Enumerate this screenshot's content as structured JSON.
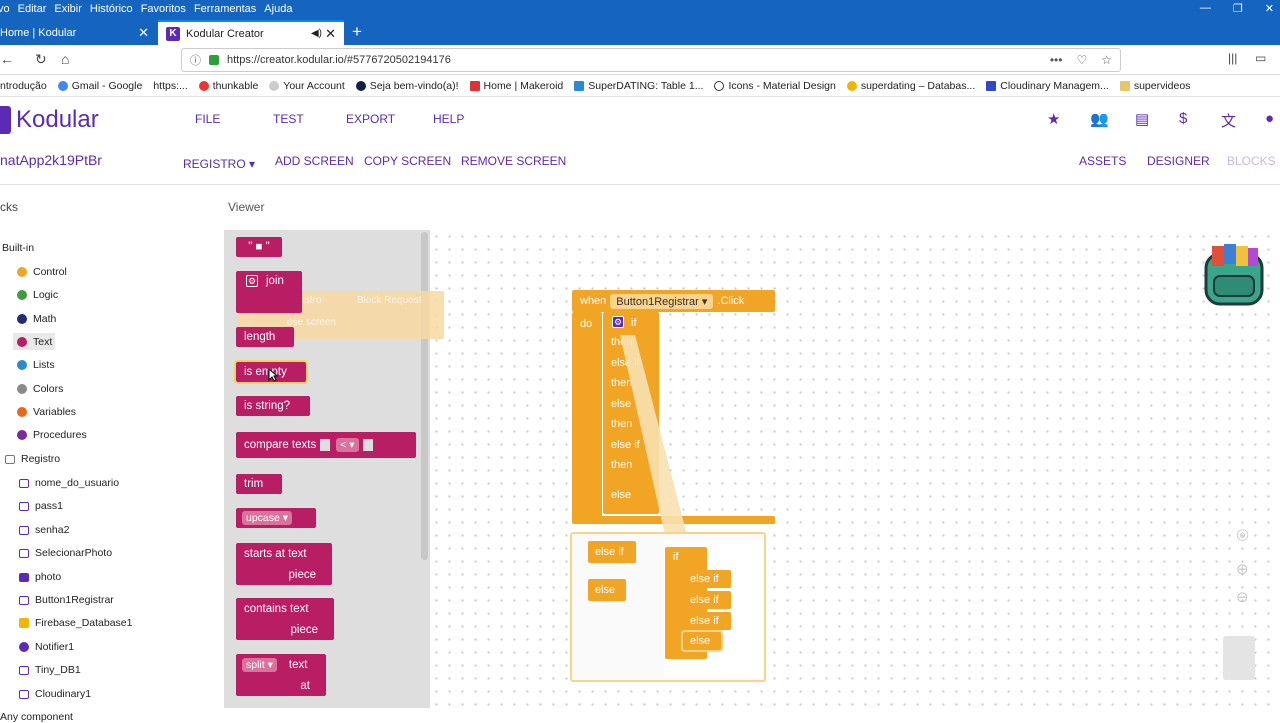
{
  "browser": {
    "menu": [
      "vo",
      "Editar",
      "Exibir",
      "Histórico",
      "Favoritos",
      "Ferramentas",
      "Ajuda"
    ],
    "window_controls": [
      "—",
      "❐",
      "✕"
    ],
    "tabs": [
      {
        "title": "Home | Kodular"
      },
      {
        "title": "Kodular Creator"
      }
    ],
    "url": "https://creator.kodular.io/#5776720502194176",
    "bookmarks": [
      "ntrodução",
      "Gmail - Google",
      "https:...",
      "thunkable",
      "Your Account",
      "Seja bem-vindo(a)!",
      "Home | Makeroid",
      "SuperDATING: Table 1...",
      "Icons - Material Design",
      "superdating – Databas...",
      "Cloudinary Managem...",
      "supervideos"
    ]
  },
  "app": {
    "logo": "Kodular",
    "menu": [
      "FILE",
      "TEST",
      "EXPORT",
      "HELP"
    ],
    "project": "natApp2k19PtBr",
    "screen_dropdown": "REGISTRO ▾",
    "screen_buttons": [
      "ADD SCREEN",
      "COPY SCREEN",
      "REMOVE SCREEN"
    ],
    "view_buttons": [
      "ASSETS",
      "DESIGNER",
      "BLOCKS"
    ]
  },
  "blocks_panel": {
    "title": "cks",
    "builtin_label": "Built-in",
    "builtin": [
      {
        "label": "Control",
        "color": "#f2a524"
      },
      {
        "label": "Logic",
        "color": "#3f9c3f"
      },
      {
        "label": "Math",
        "color": "#1e2c7a"
      },
      {
        "label": "Text",
        "color": "#b91d63"
      },
      {
        "label": "Lists",
        "color": "#2a8bd0"
      },
      {
        "label": "Colors",
        "color": "#8a8a8a"
      },
      {
        "label": "Variables",
        "color": "#e8671c"
      },
      {
        "label": "Procedures",
        "color": "#7a2a9c"
      }
    ],
    "screen_label": "Registro",
    "components": [
      "nome_do_usuario",
      "pass1",
      "senha2",
      "SelecionarPhoto",
      "photo",
      "Button1Registrar",
      "Firebase_Database1",
      "Notifier1",
      "Tiny_DB1",
      "Cloudinary1"
    ],
    "any_component": "Any component"
  },
  "viewer": {
    "title": "Viewer",
    "flyout": {
      "text_block": "\" ■ \"",
      "join": "join",
      "length": "length",
      "is_empty": "is empty",
      "is_string": "is string?",
      "compare": "compare texts",
      "compare_op": "< ▾",
      "trim": "trim",
      "upcase": "upcase ▾",
      "starts_at": "starts at  text",
      "starts_piece": "piece",
      "contains": "contains  text",
      "contains_piece": "piece",
      "split": "split ▾",
      "split_text": "text",
      "split_at": "at"
    },
    "ghost": [
      "gistro",
      "Block Request",
      "ose screen"
    ],
    "event": {
      "when": "when",
      "component": "Button1Registrar ▾",
      "event": ".Click",
      "do": "do",
      "if": "if",
      "rows": [
        "then",
        "else if",
        "then",
        "else",
        "then",
        "else if",
        "then",
        "else"
      ]
    },
    "mutator": {
      "left": [
        "else if",
        "else"
      ],
      "right_if": "if",
      "right": [
        "else if",
        "else if",
        "else if",
        "else"
      ]
    }
  }
}
